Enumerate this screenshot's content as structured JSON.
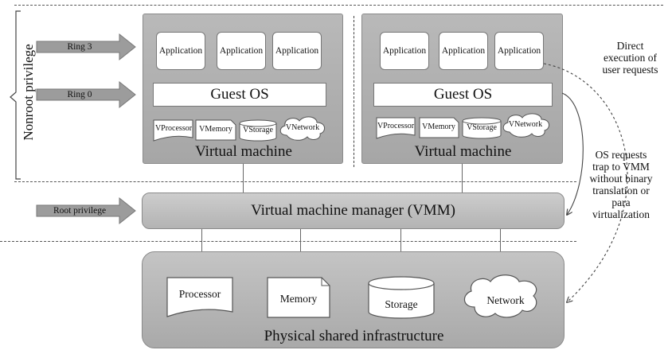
{
  "privilege": {
    "nonroot_label": "Nonroot privilege",
    "ring3_label": "Ring 3",
    "ring0_label": "Ring 0",
    "root_label": "Root privilege"
  },
  "vm_left": {
    "apps": [
      "Application",
      "Application",
      "Application"
    ],
    "guest_os": "Guest OS",
    "resources": [
      "VProcessor",
      "VMemory",
      "VStorage",
      "VNetwork"
    ],
    "title": "Virtual machine"
  },
  "vm_right": {
    "apps": [
      "Application",
      "Application",
      "Application"
    ],
    "guest_os": "Guest OS",
    "resources": [
      "VProcessor",
      "VMemory",
      "VStorage",
      "VNetwork"
    ],
    "title": "Virtual machine"
  },
  "vmm": {
    "label": "Virtual machine manager (VMM)"
  },
  "infrastructure": {
    "title": "Physical shared infrastructure",
    "resources": [
      "Processor",
      "Memory",
      "Storage",
      "Network"
    ]
  },
  "annotations": {
    "direct_execution": [
      "Direct",
      "execution of",
      "user requests"
    ],
    "os_requests": [
      "OS requests",
      "trap to VMM",
      "without binary",
      "translation or",
      "para",
      "virtualization"
    ]
  }
}
